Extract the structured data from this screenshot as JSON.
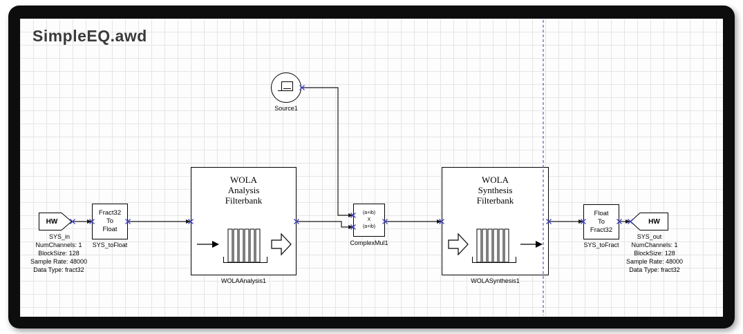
{
  "title": "SimpleEQ.awd",
  "colors": {
    "frame": "#0d0d0d",
    "canvas_bg": "#fdfdfd",
    "grid_line": "#e5e5e5",
    "wire": "#1a1a1a",
    "port_x": "#4040c8",
    "page_boundary": "#3a3aad"
  },
  "blocks": {
    "sys_in": {
      "tag": "HW",
      "label": "SYS_in",
      "info": [
        "NumChannels: 1",
        "BlockSize: 128",
        "Sample Rate: 48000",
        "Data Type: fract32"
      ]
    },
    "sys_to_float": {
      "lines": [
        "Fract32",
        "To",
        "Float"
      ],
      "label": "SYS_toFloat"
    },
    "wola_analysis": {
      "lines": [
        "WOLA",
        "Analysis",
        "Filterbank"
      ],
      "label": "WOLAAnalysis1"
    },
    "source1": {
      "label": "Source1"
    },
    "complex_mul": {
      "lines": [
        "(a+ib)",
        "X",
        "(a+ib)"
      ],
      "label": "ComplexMul1"
    },
    "wola_synthesis": {
      "lines": [
        "WOLA",
        "Synthesis",
        "Filterbank"
      ],
      "label": "WOLASynthesis1"
    },
    "sys_to_fract": {
      "lines": [
        "Float",
        "To",
        "Fract32"
      ],
      "label": "SYS_toFract"
    },
    "sys_out": {
      "tag": "HW",
      "label": "SYS_out",
      "info": [
        "NumChannels: 1",
        "BlockSize: 128",
        "Sample Rate: 48000",
        "Data Type: fract32"
      ]
    }
  }
}
